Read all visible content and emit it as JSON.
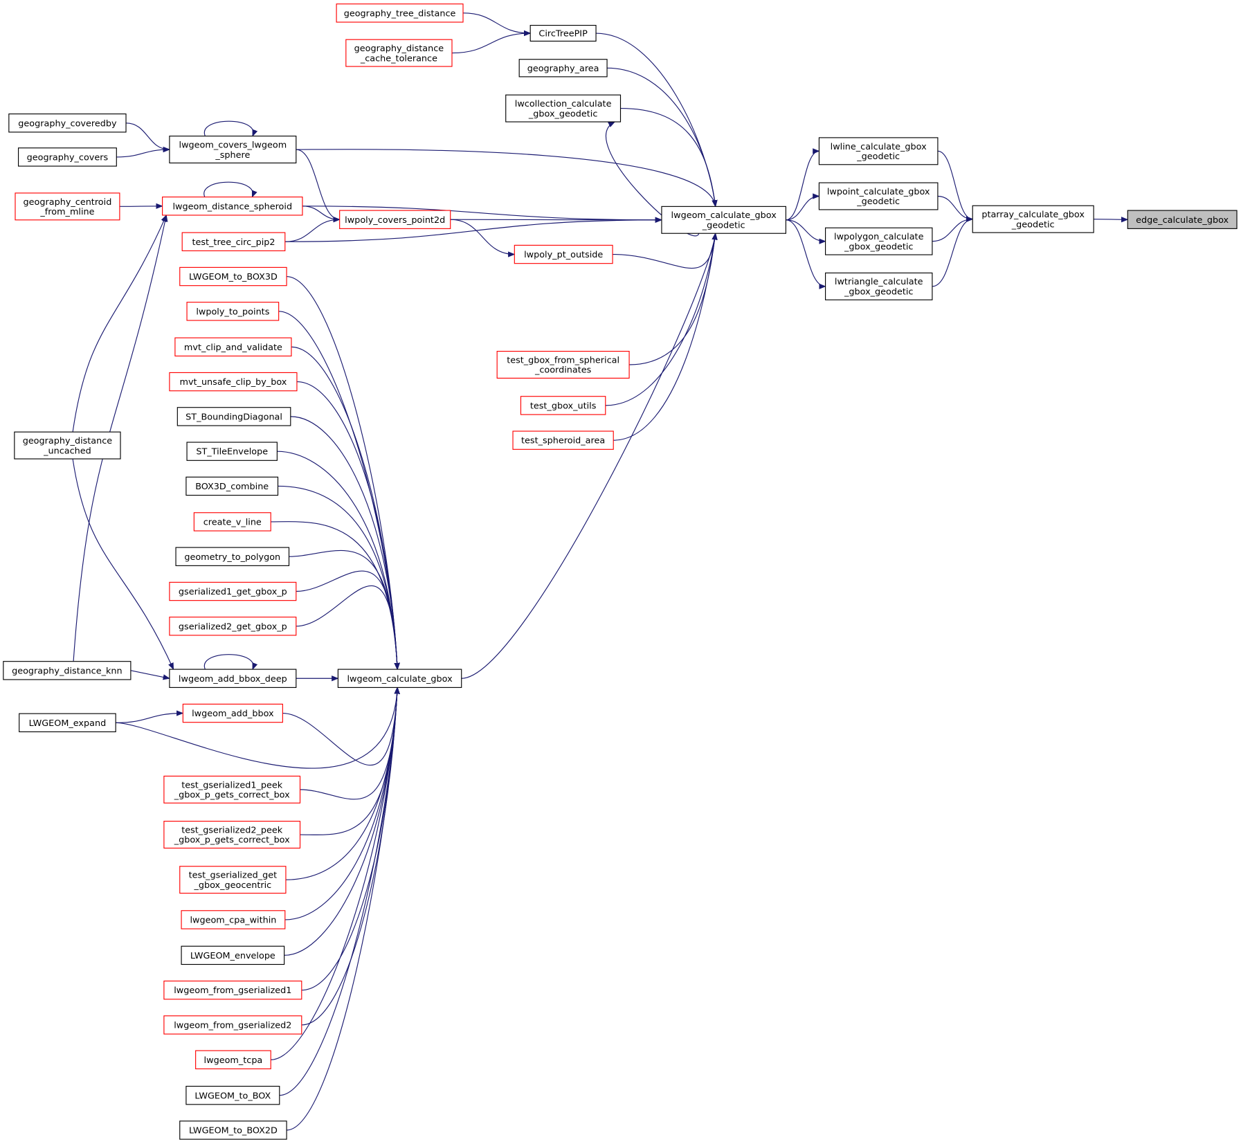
{
  "title": "edge_calculate_gbox caller graph",
  "colors": {
    "edge": "#191970",
    "highlight_fill": "#bfbfbf",
    "normal_border": "#000000",
    "truncated_border": "#ff0000"
  },
  "nodes": [
    {
      "id": "edge_calculate_gbox",
      "lines": [
        "edge_calculate_gbox"
      ],
      "kind": "highlight"
    },
    {
      "id": "ptarray",
      "lines": [
        "ptarray_calculate_gbox",
        "_geodetic"
      ],
      "kind": "normal"
    },
    {
      "id": "lwline",
      "lines": [
        "lwline_calculate_gbox",
        "_geodetic"
      ],
      "kind": "normal"
    },
    {
      "id": "lwpoint",
      "lines": [
        "lwpoint_calculate_gbox",
        "_geodetic"
      ],
      "kind": "normal"
    },
    {
      "id": "lwpolygon",
      "lines": [
        "lwpolygon_calculate",
        "_gbox_geodetic"
      ],
      "kind": "normal"
    },
    {
      "id": "lwtriangle",
      "lines": [
        "lwtriangle_calculate",
        "_gbox_geodetic"
      ],
      "kind": "normal"
    },
    {
      "id": "geodetic",
      "lines": [
        "lwgeom_calculate_gbox",
        "_geodetic"
      ],
      "kind": "normal"
    },
    {
      "id": "CircTreePIP",
      "lines": [
        "CircTreePIP"
      ],
      "kind": "normal"
    },
    {
      "id": "geography_tree_distance",
      "lines": [
        "geography_tree_distance"
      ],
      "kind": "truncated"
    },
    {
      "id": "geography_distance_cache_tolerance",
      "lines": [
        "geography_distance",
        "_cache_tolerance"
      ],
      "kind": "truncated"
    },
    {
      "id": "geography_area",
      "lines": [
        "geography_area"
      ],
      "kind": "normal"
    },
    {
      "id": "lwcollection",
      "lines": [
        "lwcollection_calculate",
        "_gbox_geodetic"
      ],
      "kind": "normal"
    },
    {
      "id": "covers_sphere",
      "lines": [
        "lwgeom_covers_lwgeom",
        "_sphere"
      ],
      "kind": "normal"
    },
    {
      "id": "geography_coveredby",
      "lines": [
        "geography_coveredby"
      ],
      "kind": "normal"
    },
    {
      "id": "geography_covers",
      "lines": [
        "geography_covers"
      ],
      "kind": "normal"
    },
    {
      "id": "distance_spheroid",
      "lines": [
        "lwgeom_distance_spheroid"
      ],
      "kind": "truncated"
    },
    {
      "id": "centroid_mline",
      "lines": [
        "geography_centroid",
        "_from_mline"
      ],
      "kind": "truncated"
    },
    {
      "id": "covers_point2d",
      "lines": [
        "lwpoly_covers_point2d"
      ],
      "kind": "truncated"
    },
    {
      "id": "test_tree_circ_pip2",
      "lines": [
        "test_tree_circ_pip2"
      ],
      "kind": "truncated"
    },
    {
      "id": "pt_outside",
      "lines": [
        "lwpoly_pt_outside"
      ],
      "kind": "truncated"
    },
    {
      "id": "test_gbox_spherical",
      "lines": [
        "test_gbox_from_spherical",
        "_coordinates"
      ],
      "kind": "truncated"
    },
    {
      "id": "test_gbox_utils",
      "lines": [
        "test_gbox_utils"
      ],
      "kind": "truncated"
    },
    {
      "id": "test_spheroid_area",
      "lines": [
        "test_spheroid_area"
      ],
      "kind": "truncated"
    },
    {
      "id": "dist_uncached",
      "lines": [
        "geography_distance",
        "_uncached"
      ],
      "kind": "normal"
    },
    {
      "id": "dist_knn",
      "lines": [
        "geography_distance_knn"
      ],
      "kind": "normal"
    },
    {
      "id": "add_bbox_deep",
      "lines": [
        "lwgeom_add_bbox_deep"
      ],
      "kind": "normal"
    },
    {
      "id": "calc_gbox",
      "lines": [
        "lwgeom_calculate_gbox"
      ],
      "kind": "normal"
    },
    {
      "id": "LWGEOM_expand",
      "lines": [
        "LWGEOM_expand"
      ],
      "kind": "normal"
    },
    {
      "id": "add_bbox",
      "lines": [
        "lwgeom_add_bbox"
      ],
      "kind": "truncated"
    },
    {
      "id": "LWGEOM_to_BOX3D",
      "lines": [
        "LWGEOM_to_BOX3D"
      ],
      "kind": "truncated"
    },
    {
      "id": "lwpoly_to_points",
      "lines": [
        "lwpoly_to_points"
      ],
      "kind": "truncated"
    },
    {
      "id": "mvt_clip",
      "lines": [
        "mvt_clip_and_validate"
      ],
      "kind": "truncated"
    },
    {
      "id": "mvt_unsafe",
      "lines": [
        "mvt_unsafe_clip_by_box"
      ],
      "kind": "truncated"
    },
    {
      "id": "ST_BoundingDiagonal",
      "lines": [
        "ST_BoundingDiagonal"
      ],
      "kind": "normal"
    },
    {
      "id": "ST_TileEnvelope",
      "lines": [
        "ST_TileEnvelope"
      ],
      "kind": "normal"
    },
    {
      "id": "BOX3D_combine",
      "lines": [
        "BOX3D_combine"
      ],
      "kind": "normal"
    },
    {
      "id": "create_v_line",
      "lines": [
        "create_v_line"
      ],
      "kind": "truncated"
    },
    {
      "id": "geometry_to_polygon",
      "lines": [
        "geometry_to_polygon"
      ],
      "kind": "normal"
    },
    {
      "id": "gs1_get_gbox",
      "lines": [
        "gserialized1_get_gbox_p"
      ],
      "kind": "truncated"
    },
    {
      "id": "gs2_get_gbox",
      "lines": [
        "gserialized2_get_gbox_p"
      ],
      "kind": "truncated"
    },
    {
      "id": "test_gs1_peek",
      "lines": [
        "test_gserialized1_peek",
        "_gbox_p_gets_correct_box"
      ],
      "kind": "truncated"
    },
    {
      "id": "test_gs2_peek",
      "lines": [
        "test_gserialized2_peek",
        "_gbox_p_gets_correct_box"
      ],
      "kind": "truncated"
    },
    {
      "id": "test_gs_geocentric",
      "lines": [
        "test_gserialized_get",
        "_gbox_geocentric"
      ],
      "kind": "truncated"
    },
    {
      "id": "cpa_within",
      "lines": [
        "lwgeom_cpa_within"
      ],
      "kind": "truncated"
    },
    {
      "id": "LWGEOM_envelope",
      "lines": [
        "LWGEOM_envelope"
      ],
      "kind": "normal"
    },
    {
      "id": "from_gs1",
      "lines": [
        "lwgeom_from_gserialized1"
      ],
      "kind": "truncated"
    },
    {
      "id": "from_gs2",
      "lines": [
        "lwgeom_from_gserialized2"
      ],
      "kind": "truncated"
    },
    {
      "id": "tcpa",
      "lines": [
        "lwgeom_tcpa"
      ],
      "kind": "truncated"
    },
    {
      "id": "LWGEOM_to_BOX",
      "lines": [
        "LWGEOM_to_BOX"
      ],
      "kind": "normal"
    },
    {
      "id": "LWGEOM_to_BOX2D",
      "lines": [
        "LWGEOM_to_BOX2D"
      ],
      "kind": "normal"
    }
  ],
  "edges": [
    [
      "ptarray",
      "edge_calculate_gbox"
    ],
    [
      "lwline",
      "ptarray"
    ],
    [
      "lwpoint",
      "ptarray"
    ],
    [
      "lwpolygon",
      "ptarray"
    ],
    [
      "lwtriangle",
      "ptarray"
    ],
    [
      "geodetic",
      "lwline"
    ],
    [
      "geodetic",
      "lwpoint"
    ],
    [
      "geodetic",
      "lwpolygon"
    ],
    [
      "geodetic",
      "lwtriangle"
    ],
    [
      "CircTreePIP",
      "geodetic"
    ],
    [
      "geography_area",
      "geodetic"
    ],
    [
      "lwcollection",
      "geodetic"
    ],
    [
      "geodetic",
      "lwcollection"
    ],
    [
      "covers_sphere",
      "geodetic"
    ],
    [
      "distance_spheroid",
      "geodetic"
    ],
    [
      "covers_point2d",
      "geodetic"
    ],
    [
      "pt_outside",
      "geodetic"
    ],
    [
      "test_tree_circ_pip2",
      "geodetic"
    ],
    [
      "calc_gbox",
      "geodetic"
    ],
    [
      "test_gbox_spherical",
      "geodetic"
    ],
    [
      "test_gbox_utils",
      "geodetic"
    ],
    [
      "test_spheroid_area",
      "geodetic"
    ],
    [
      "geography_tree_distance",
      "CircTreePIP"
    ],
    [
      "geography_distance_cache_tolerance",
      "CircTreePIP"
    ],
    [
      "geography_coveredby",
      "covers_sphere"
    ],
    [
      "geography_covers",
      "covers_sphere"
    ],
    [
      "covers_sphere",
      "covers_sphere"
    ],
    [
      "covers_sphere",
      "covers_point2d"
    ],
    [
      "distance_spheroid",
      "covers_point2d"
    ],
    [
      "test_tree_circ_pip2",
      "covers_point2d"
    ],
    [
      "covers_point2d",
      "pt_outside"
    ],
    [
      "distance_spheroid",
      "distance_spheroid"
    ],
    [
      "centroid_mline",
      "distance_spheroid"
    ],
    [
      "dist_uncached",
      "distance_spheroid"
    ],
    [
      "dist_knn",
      "distance_spheroid"
    ],
    [
      "dist_uncached",
      "add_bbox_deep"
    ],
    [
      "dist_knn",
      "add_bbox_deep"
    ],
    [
      "add_bbox_deep",
      "add_bbox_deep"
    ],
    [
      "add_bbox_deep",
      "calc_gbox"
    ],
    [
      "add_bbox",
      "calc_gbox"
    ],
    [
      "LWGEOM_expand",
      "add_bbox"
    ],
    [
      "LWGEOM_expand",
      "calc_gbox"
    ],
    [
      "LWGEOM_to_BOX3D",
      "calc_gbox"
    ],
    [
      "lwpoly_to_points",
      "calc_gbox"
    ],
    [
      "mvt_clip",
      "calc_gbox"
    ],
    [
      "mvt_unsafe",
      "calc_gbox"
    ],
    [
      "ST_BoundingDiagonal",
      "calc_gbox"
    ],
    [
      "ST_TileEnvelope",
      "calc_gbox"
    ],
    [
      "BOX3D_combine",
      "calc_gbox"
    ],
    [
      "create_v_line",
      "calc_gbox"
    ],
    [
      "geometry_to_polygon",
      "calc_gbox"
    ],
    [
      "gs1_get_gbox",
      "calc_gbox"
    ],
    [
      "gs2_get_gbox",
      "calc_gbox"
    ],
    [
      "test_gs1_peek",
      "calc_gbox"
    ],
    [
      "test_gs2_peek",
      "calc_gbox"
    ],
    [
      "test_gs_geocentric",
      "calc_gbox"
    ],
    [
      "cpa_within",
      "calc_gbox"
    ],
    [
      "LWGEOM_envelope",
      "calc_gbox"
    ],
    [
      "from_gs1",
      "calc_gbox"
    ],
    [
      "from_gs2",
      "calc_gbox"
    ],
    [
      "tcpa",
      "calc_gbox"
    ],
    [
      "LWGEOM_to_BOX",
      "calc_gbox"
    ],
    [
      "LWGEOM_to_BOX2D",
      "calc_gbox"
    ]
  ]
}
